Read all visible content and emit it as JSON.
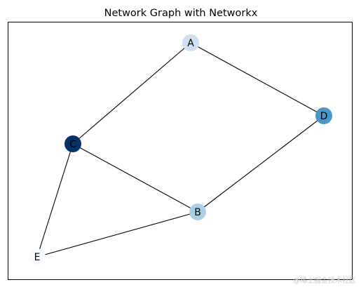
{
  "title": "Network Graph with Networkx",
  "watermark": "@稀土掘金技术社区",
  "graph": {
    "nodes": [
      {
        "id": "A",
        "label": "A",
        "color": "#cfe1f2"
      },
      {
        "id": "B",
        "label": "B",
        "color": "#a9cfe5"
      },
      {
        "id": "C",
        "label": "C",
        "color": "#08306b"
      },
      {
        "id": "D",
        "label": "D",
        "color": "#4a98c9"
      },
      {
        "id": "E",
        "label": "E",
        "color": "#f7fbff"
      }
    ],
    "edges": [
      [
        "A",
        "C"
      ],
      [
        "A",
        "D"
      ],
      [
        "C",
        "B"
      ],
      [
        "C",
        "E"
      ],
      [
        "B",
        "D"
      ],
      [
        "B",
        "E"
      ]
    ],
    "edge_color": "#000000",
    "colormap": "Blues"
  }
}
